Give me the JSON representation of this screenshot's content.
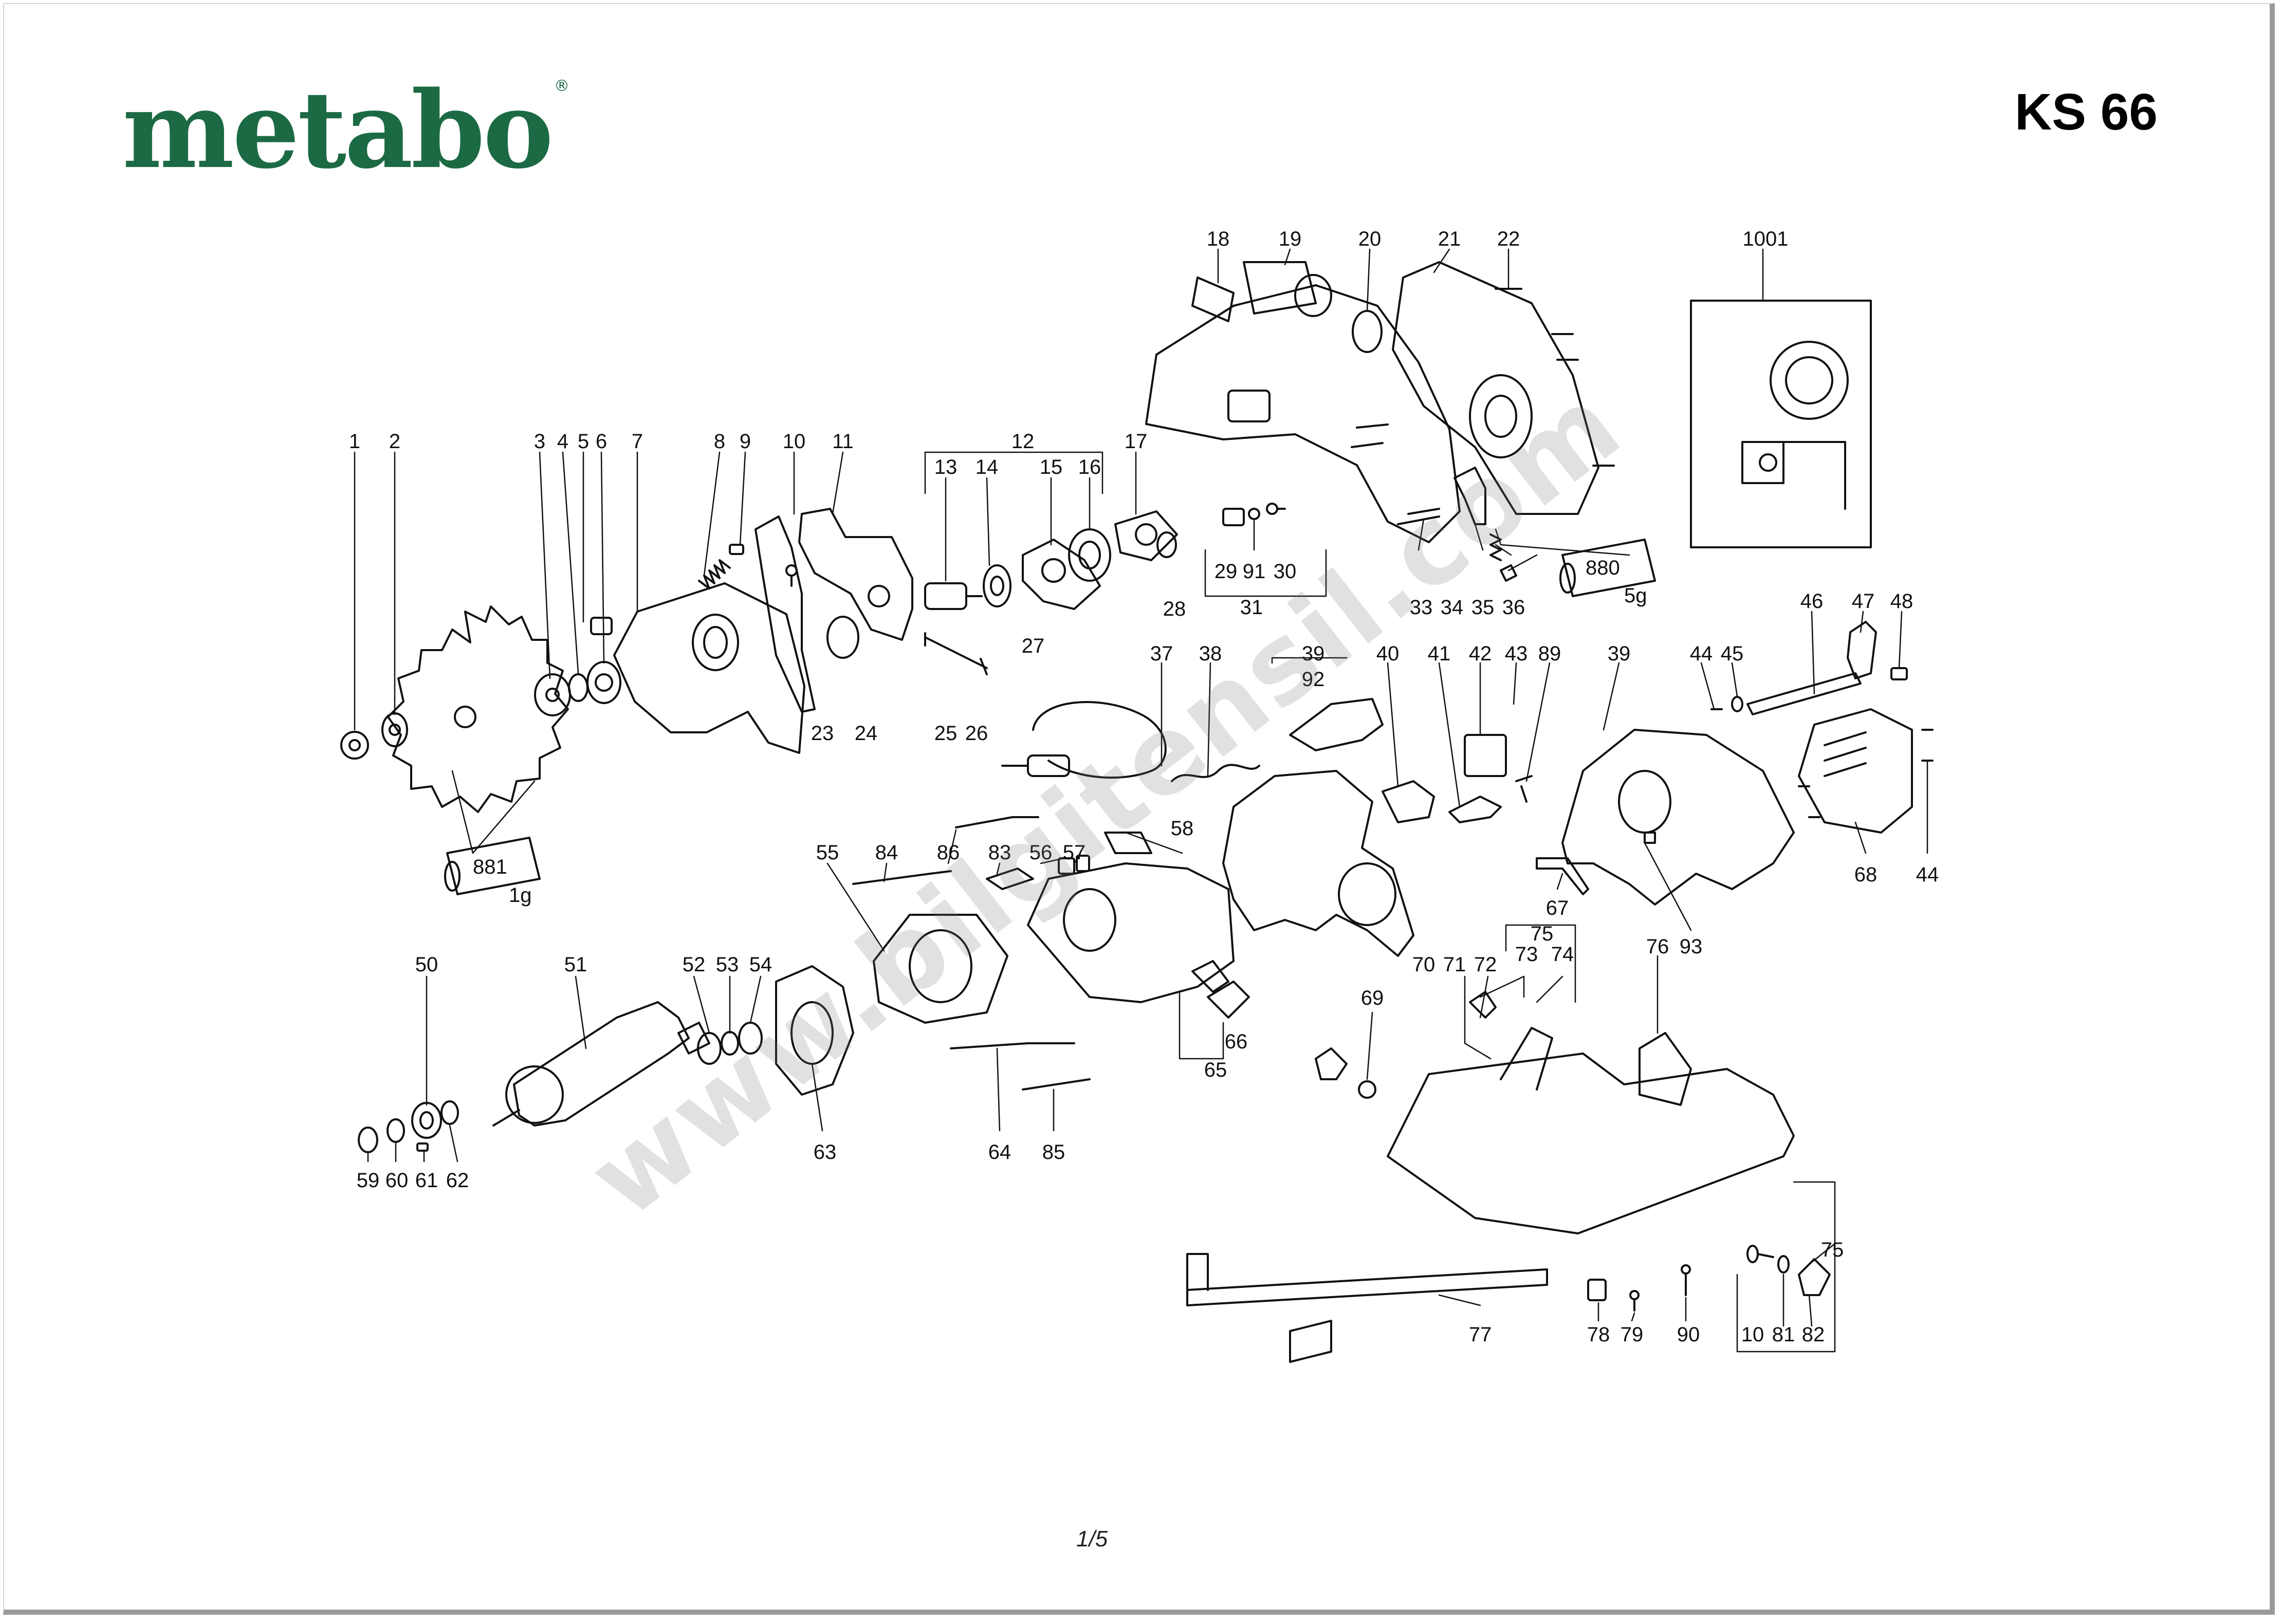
{
  "header": {
    "brand": "metabo",
    "brand_mark": "®",
    "model": "KS 66"
  },
  "footer": {
    "page": "1/5"
  },
  "watermark": "www.bilgitensil.com",
  "colors": {
    "brand_green": "#1c6a44",
    "line": "#111111"
  },
  "part_labels": [
    "1",
    "2",
    "3",
    "4",
    "5",
    "6",
    "7",
    "8",
    "9",
    "10",
    "11",
    "12",
    "13",
    "14",
    "15",
    "16",
    "17",
    "18",
    "19",
    "20",
    "21",
    "22",
    "23",
    "24",
    "25",
    "26",
    "27",
    "28",
    "29",
    "91",
    "30",
    "31",
    "33",
    "34",
    "35",
    "36",
    "37",
    "38",
    "39",
    "92",
    "40",
    "41",
    "42",
    "43",
    "89",
    "39",
    "44",
    "45",
    "46",
    "47",
    "48",
    "1001",
    "55",
    "84",
    "86",
    "83",
    "56",
    "57",
    "58",
    "67",
    "93",
    "68",
    "44",
    "50",
    "51",
    "52",
    "53",
    "54",
    "63",
    "64",
    "85",
    "65",
    "66",
    "69",
    "70",
    "71",
    "72",
    "73",
    "75",
    "74",
    "76",
    "59",
    "60",
    "61",
    "62",
    "75",
    "77",
    "78",
    "79",
    "90",
    "10",
    "81",
    "82"
  ],
  "lubricants": [
    {
      "code": "881",
      "amount": "1g"
    },
    {
      "code": "880",
      "amount": "5g"
    }
  ]
}
